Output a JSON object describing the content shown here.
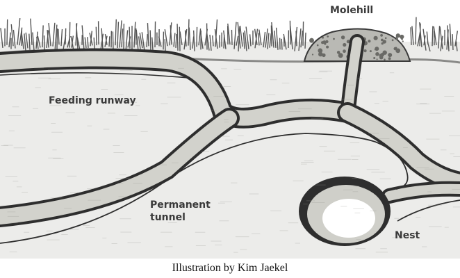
{
  "labels": {
    "molehill": "Molehill",
    "feeding_runway": "Feeding runway",
    "permanent_tunnel_line1": "Permanent",
    "permanent_tunnel_line2": "tunnel",
    "nest": "Nest"
  },
  "credit": "Illustration by Kim Jaekel",
  "colors": {
    "soil": "#ececea",
    "tunnel_fill": "#d2d2cc",
    "tunnel_edge": "#2e2e2e",
    "grass": "#555555",
    "nest_interior": "#ffffff"
  }
}
